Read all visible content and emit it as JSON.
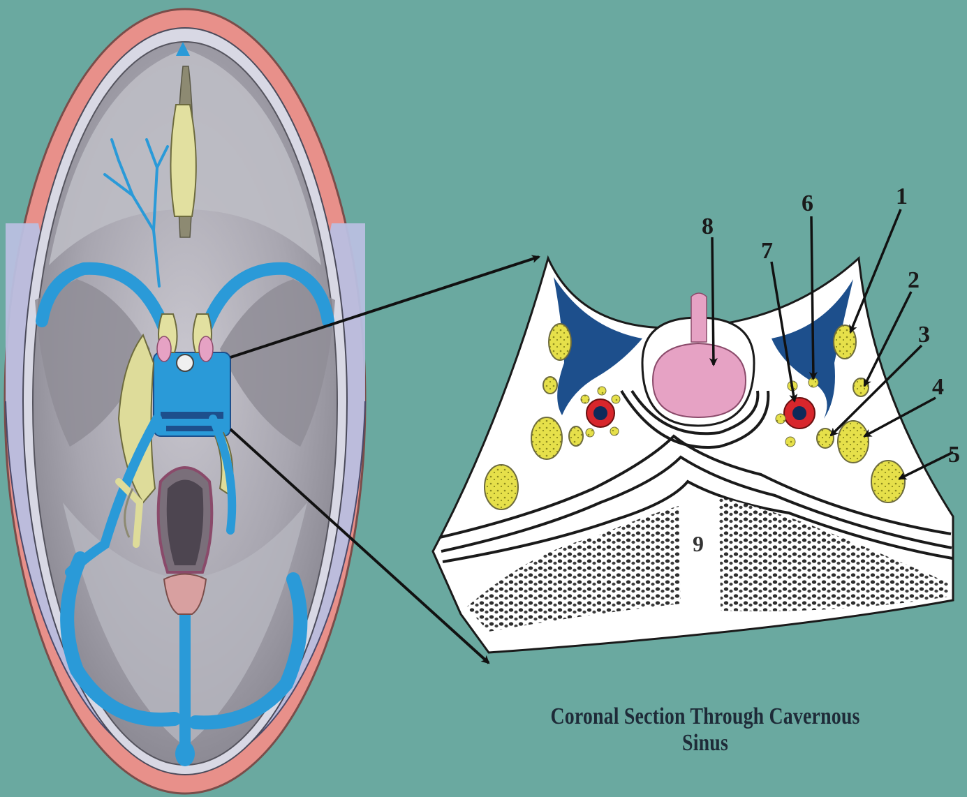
{
  "caption": "Coronal Section Through Cavernous Sinus",
  "labels": {
    "l1": "1",
    "l2": "2",
    "l3": "3",
    "l4": "4",
    "l5": "5",
    "l6": "6",
    "l7": "7",
    "l8": "8",
    "l9": "9"
  },
  "colors": {
    "background": "#6aa9a0",
    "sinus_blue": "#1d4f8c",
    "venous_blue": "#2a9ad8",
    "nerve_yellow": "#e8e24a",
    "artery_red": "#d8262c",
    "pituitary_pink": "#e6a2c4",
    "dura_red": "#e8908a",
    "dura_lilac": "#b9bfe0"
  }
}
